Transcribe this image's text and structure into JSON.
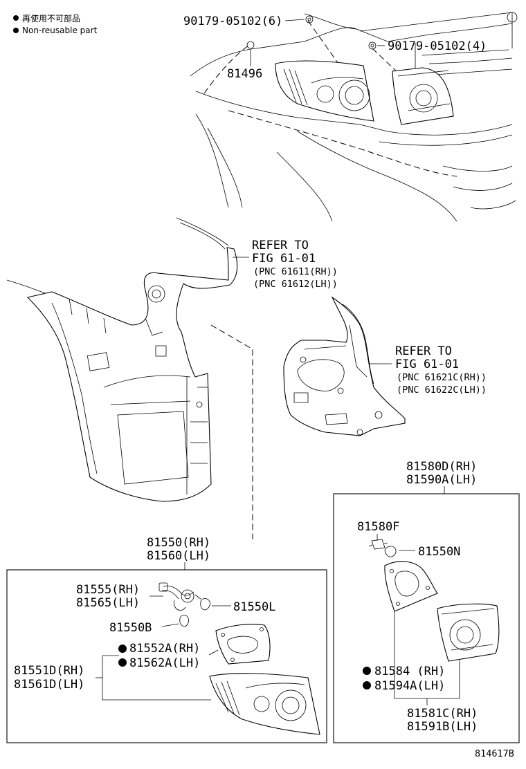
{
  "legend": {
    "non_reusable_cn": "再使用不可部品",
    "non_reusable_en": "Non-reusable part"
  },
  "labels": {
    "bolt_6": "90179-05102(6)",
    "bolt_4": "90179-05102(4)",
    "p81496": "81496",
    "refer1_line1": "REFER TO",
    "refer1_line2": "FIG 61-01",
    "refer1_pnc1": "(PNC 61611(RH))",
    "refer1_pnc2": "(PNC 61612(LH))",
    "refer2_line1": "REFER TO",
    "refer2_line2": "FIG 61-01",
    "refer2_pnc1": "(PNC 61621C(RH))",
    "refer2_pnc2": "(PNC 61622C(LH))",
    "p81580d": "81580D(RH)",
    "p81590a": "81590A(LH)",
    "p81580f": "81580F",
    "p81550n": "81550N",
    "p81584": "81584 (RH)",
    "p81594a": "81594A(LH)",
    "p81581c": "81581C(RH)",
    "p81591b": "81591B(LH)",
    "p81550": "81550(RH)",
    "p81560": "81560(LH)",
    "p81555": "81555(RH)",
    "p81565": "81565(LH)",
    "p81550l": "81550L",
    "p81550b": "81550B",
    "p81552a": "81552A(RH)",
    "p81562a": "81562A(LH)",
    "p81551d": "81551D(RH)",
    "p81561d": "81561D(LH)",
    "figure_id": "814617B"
  }
}
